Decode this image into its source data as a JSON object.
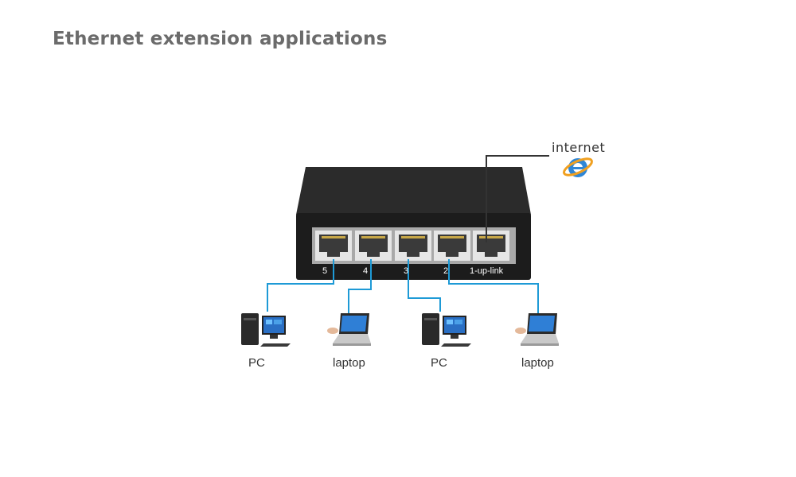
{
  "title": "Ethernet extension applications",
  "internet_label": "internet",
  "ports": [
    "5",
    "4",
    "3",
    "2",
    "1-up-link"
  ],
  "devices": [
    {
      "type": "pc",
      "label": "PC"
    },
    {
      "type": "laptop",
      "label": "laptop"
    },
    {
      "type": "pc",
      "label": "PC"
    },
    {
      "type": "laptop",
      "label": "laptop"
    }
  ],
  "colors": {
    "cable": "#1e9ad6",
    "uplink_cable": "#333333",
    "switch_body": "#1c1c1c",
    "title": "#6b6b6b"
  }
}
